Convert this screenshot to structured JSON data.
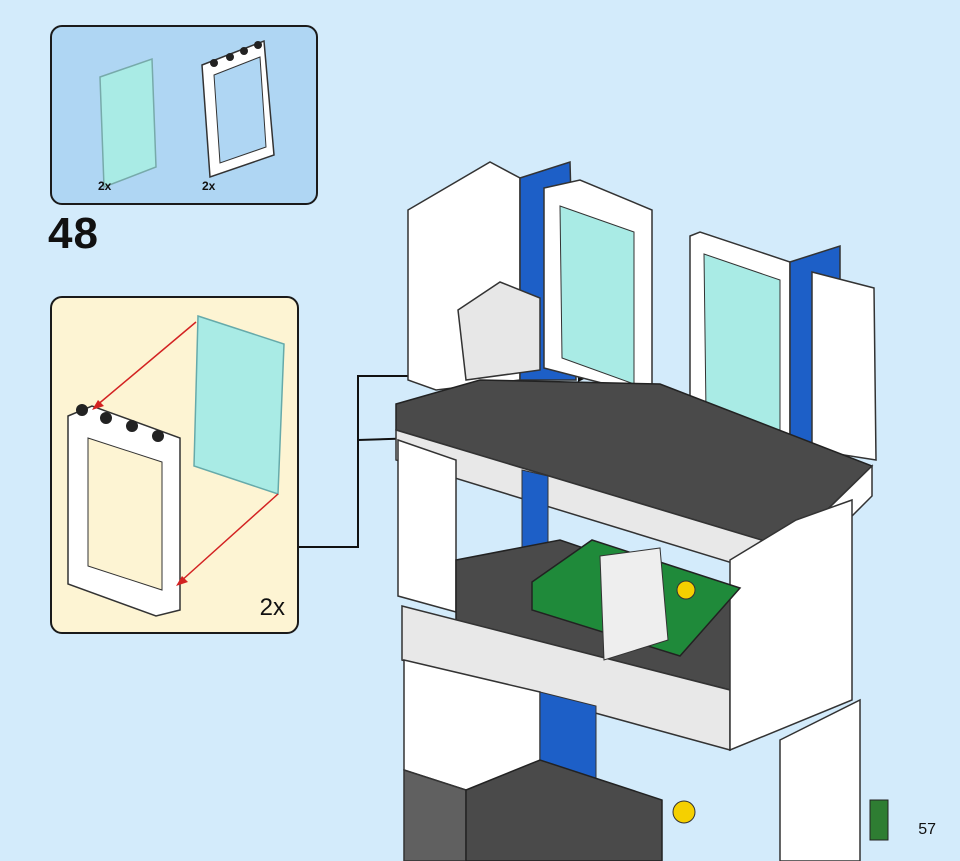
{
  "parts": [
    {
      "name": "glass-pane",
      "qty": "2x"
    },
    {
      "name": "window-frame",
      "qty": "2x"
    }
  ],
  "step": {
    "number": "48"
  },
  "submodel": {
    "qty": "2x"
  },
  "page": {
    "number": "57"
  },
  "colors": {
    "page_bg": "#d3ebfb",
    "parts_bg": "#afd6f3",
    "submodel_bg": "#fdf4d3",
    "glass": "#a9ebe5",
    "brick_dark": "#4a4a4a",
    "brick_blue": "#1d5fc7",
    "brick_green": "#1f8a3a",
    "arrow_red": "#d32222"
  }
}
